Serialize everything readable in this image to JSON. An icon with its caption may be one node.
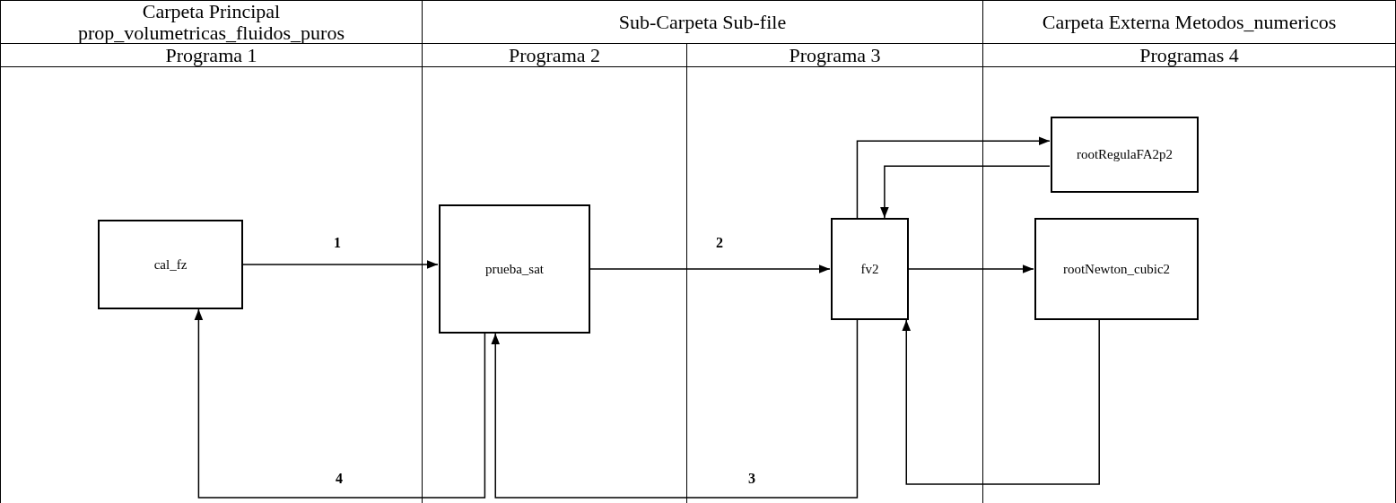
{
  "diagram": {
    "nodes": [
      {
        "text": [
          "Programa 1"
        ]
      },
      {
        "text": [
          "cal_fz"
        ],
        "in": 0
      },
      {
        "text": [
          "Programa 2"
        ]
      },
      {
        "text": [
          "prueba_sat"
        ],
        "in": 2
      },
      {
        "text": [
          "Programa 3"
        ]
      },
      {
        "text": [
          "fv2"
        ],
        "in": 4
      },
      {
        "text": [
          "Programas 4"
        ]
      },
      {
        "text": [
          "rootRegulaFA2p2"
        ],
        "in": 6
      },
      {
        "text": [
          "rootNewton_cubic2"
        ],
        "in": 6
      }
    ],
    "edges": [
      {
        "from": 1,
        "to": 3,
        "arrow": "to",
        "label": "1"
      },
      {
        "from": 3,
        "to": 5,
        "arrow": "to",
        "label": "2"
      },
      {
        "from": 5,
        "to": 3,
        "arrow": "to",
        "label": "3"
      },
      {
        "from": 3,
        "to": 1,
        "arrow": "to",
        "label": "4"
      },
      {
        "from": 5,
        "to": 7,
        "arrow": "to"
      },
      {
        "from": 7,
        "to": 5,
        "arrow": "to"
      },
      {
        "from": 5,
        "to": 8,
        "arrow": "to"
      },
      {
        "from": 8,
        "to": 5,
        "arrow": "to"
      }
    ],
    "labels": [
      "Carpeta Principal prop_volumetricas_fluidos_puros",
      "Sub-Carpeta Sub-file",
      "Carpeta Externa Metodos_numericos"
    ]
  }
}
